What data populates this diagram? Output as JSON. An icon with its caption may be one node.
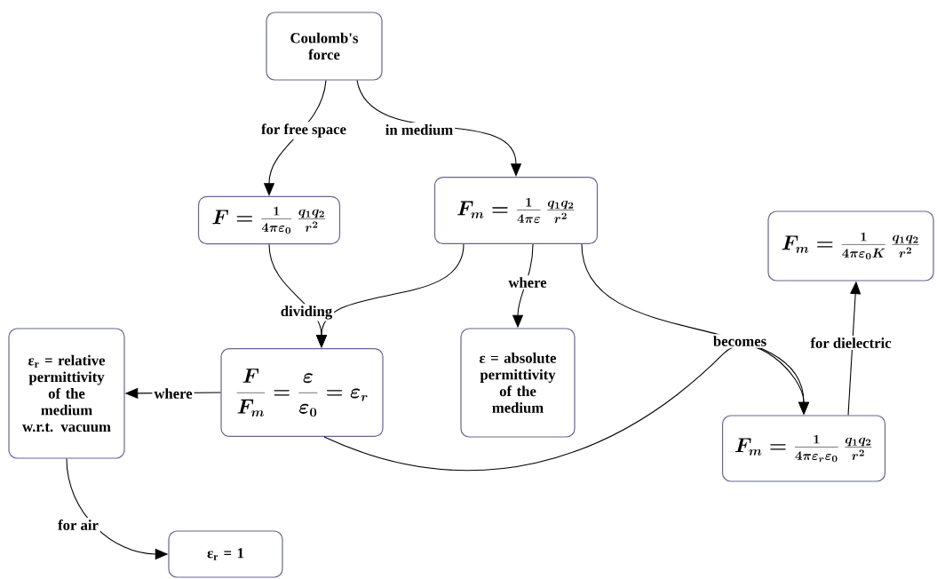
{
  "diagram": {
    "nodes": [
      {
        "text": [
          "Coulomb's force"
        ]
      },
      {
        "text": [
          "F = \\frac{1}{4\\pi\\varepsilon_0}\\,\\frac{q_1q_2}{r^2}"
        ]
      },
      {
        "text": [
          "F_m = \\frac{1}{4\\pi\\varepsilon}\\,\\frac{q_1q_2}{r^2}"
        ]
      },
      {
        "text": [
          "\\frac{F}{F_m} = \\frac{\\varepsilon}{\\varepsilon_0} = \\varepsilon_r"
        ]
      },
      {
        "text": [
          "ε = absolute permittivity of the medium"
        ]
      },
      {
        "text": [
          "ε$_{r}$ = relative permittivity of the medium w.r.t. vacuum"
        ]
      },
      {
        "text": [
          "F_m = \\frac{1}{4\\pi\\varepsilon_r\\varepsilon_0}\\,\\frac{q_1q_2}{r^2}"
        ]
      },
      {
        "text": [
          "F_m = \\frac{1}{4\\pi\\varepsilon_0 K}\\,\\frac{q_1q_2}{r^2}"
        ]
      },
      {
        "text": [
          "ε$_{r}$ = 1"
        ]
      }
    ],
    "edges": [
      {
        "from": 0,
        "to": 1,
        "arrow": "to",
        "label": "for free space"
      },
      {
        "from": 0,
        "to": 2,
        "arrow": "to",
        "label": "in medium"
      },
      {
        "from": 1,
        "to": 3,
        "arrow": "to",
        "label": "dividing"
      },
      {
        "from": 2,
        "to": 3,
        "arrow": "to"
      },
      {
        "from": 2,
        "to": 4,
        "arrow": "to",
        "label": "where"
      },
      {
        "from": 3,
        "to": 5,
        "arrow": "to",
        "label": "where"
      },
      {
        "from": 2,
        "to": 6,
        "arrow": "to",
        "label": "becomes"
      },
      {
        "from": 3,
        "to": 6,
        "arrow": "to"
      },
      {
        "from": 6,
        "to": 7,
        "arrow": "to",
        "label": "for dielectric"
      },
      {
        "from": 5,
        "to": 8,
        "arrow": "to",
        "label": "for air"
      }
    ]
  }
}
